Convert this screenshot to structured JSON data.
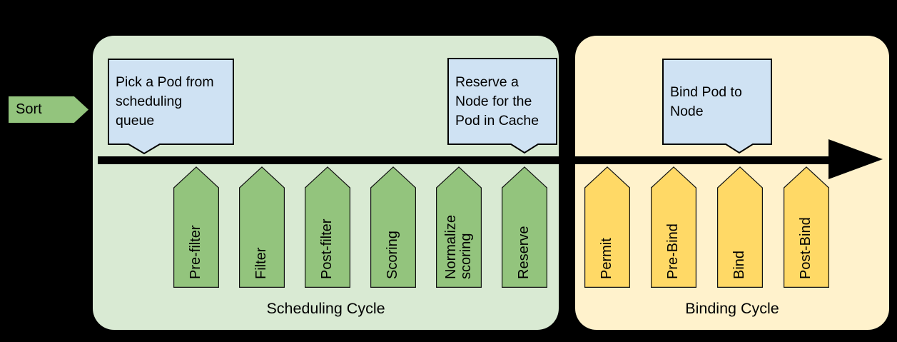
{
  "colors": {
    "background": "#000000",
    "scheduling_panel": "#d9ead3",
    "binding_panel": "#fff2cc",
    "scheduling_step": "#93c47d",
    "binding_step": "#ffd966",
    "callout": "#cfe2f3",
    "arrow": "#000000"
  },
  "sort": {
    "label": "Sort"
  },
  "scheduling_cycle": {
    "title": "Scheduling Cycle",
    "steps": [
      "Pre-filter",
      "Filter",
      "Post-filter",
      "Scoring",
      "Normalize\nscoring",
      "Reserve"
    ]
  },
  "binding_cycle": {
    "title": "Binding Cycle",
    "steps": [
      "Permit",
      "Pre-Bind",
      "Bind",
      "Post-Bind"
    ]
  },
  "callouts": [
    {
      "text": "Pick a Pod from\nscheduling\nqueue"
    },
    {
      "text": "Reserve a\nNode for the\nPod in Cache"
    },
    {
      "text": "Bind Pod to\nNode"
    }
  ]
}
